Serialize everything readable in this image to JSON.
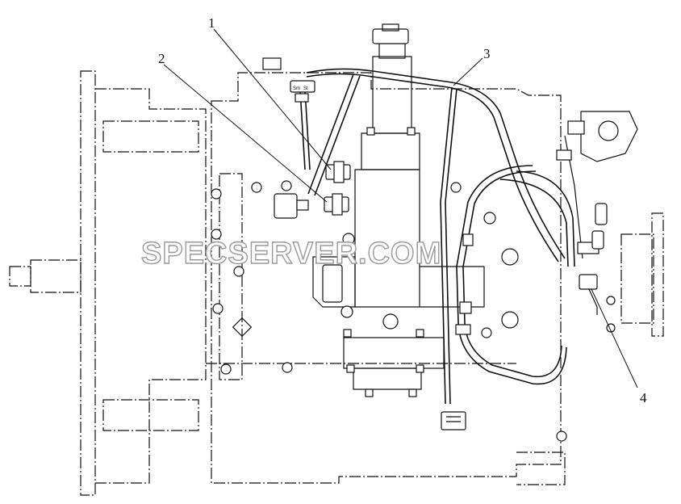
{
  "diagram": {
    "callouts": [
      {
        "id": "1",
        "label": "1"
      },
      {
        "id": "2",
        "label": "2"
      },
      {
        "id": "3",
        "label": "3"
      },
      {
        "id": "4",
        "label": "4"
      }
    ],
    "connector_texts": [
      "Sm",
      "St"
    ],
    "watermark": "SPECSERVER.COM"
  }
}
